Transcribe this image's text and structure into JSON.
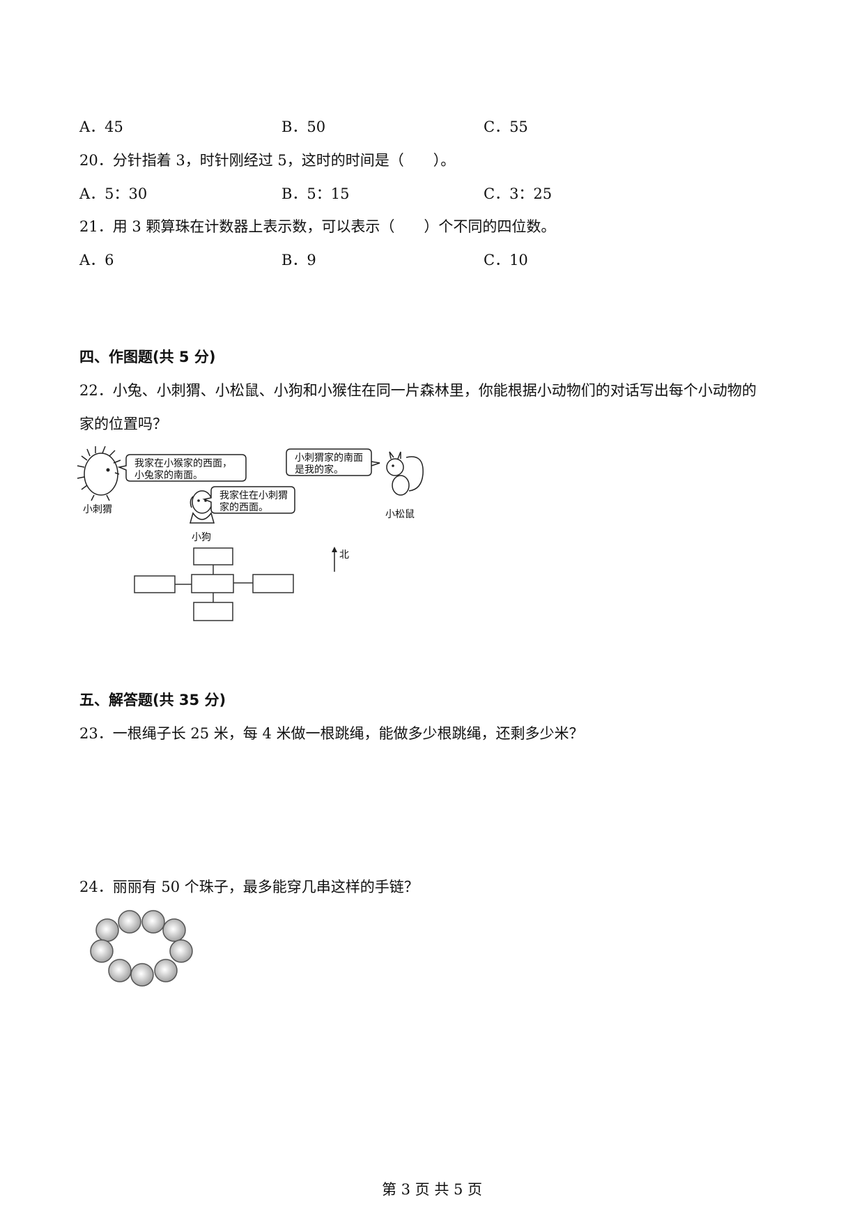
{
  "q19": {
    "options": [
      "A．45",
      "B．50",
      "C．55"
    ]
  },
  "q20": {
    "stem": "20．分针指着 3，时针刚经过 5，这时的时间是（　　）。",
    "options": [
      "A．5：30",
      "B．5：15",
      "C．3：25"
    ]
  },
  "q21": {
    "stem": "21．用 3 颗算珠在计数器上表示数，可以表示（　　）个不同的四位数。",
    "options": [
      "A．6",
      "B．9",
      "C．10"
    ]
  },
  "section4": {
    "title": "四、作图题(共 5 分)"
  },
  "q22": {
    "stem_line1": "22．小兔、小刺猬、小松鼠、小狗和小猴住在同一片森林里，你能根据小动物们的对话写出每个小动物的",
    "stem_line2": "家的位置吗？",
    "figure": {
      "bubble_hedgehog": [
        "我家在小猴家的西面，",
        "小兔家的南面。"
      ],
      "bubble_dog": [
        "我家住在小刺猬",
        "家的西面。"
      ],
      "bubble_squirrel": [
        "小刺猬家的南面",
        "是我的家。"
      ],
      "name_hedgehog": "小刺猬",
      "name_dog": "小狗",
      "name_squirrel": "小松鼠",
      "north_label": "北"
    }
  },
  "section5": {
    "title": "五、解答题(共 35 分)"
  },
  "q23": {
    "stem": "23．一根绳子长 25 米，每 4 米做一根跳绳，能做多少根跳绳，还剩多少米？"
  },
  "q24": {
    "stem": "24．丽丽有 50 个珠子，最多能穿几串这样的手链？"
  },
  "footer": {
    "text": "第 3 页 共 5 页"
  }
}
